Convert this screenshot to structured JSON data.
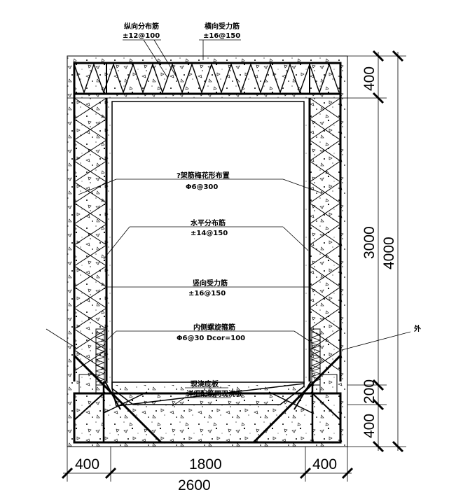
{
  "labels": {
    "top_left_name": "纵向分布筋",
    "top_left_spec": "±12@100",
    "top_right_name": "横向受力筋",
    "top_right_spec": "±16@150",
    "lattice_name": "?架筋梅花形布置",
    "lattice_spec": "Φ6@300",
    "horizontal_name": "水平分布筋",
    "horizontal_spec": "±14@150",
    "vertical_name": "竖向受力筋",
    "vertical_spec": "±16@150",
    "spiral_name": "内侧螺旋箍筋",
    "spiral_spec": "Φ6@30 Dcor=100",
    "outer_label": "外",
    "base_name": "现浇底板",
    "base_note": "详细配筋同现浇板"
  },
  "dimensions": {
    "right_400_top": "400",
    "right_3000": "3000",
    "right_4000": "4000",
    "right_200": "200",
    "right_400_bottom": "400",
    "bottom_400_left": "400",
    "bottom_1800": "1800",
    "bottom_400_right": "400",
    "bottom_2600": "2600"
  }
}
